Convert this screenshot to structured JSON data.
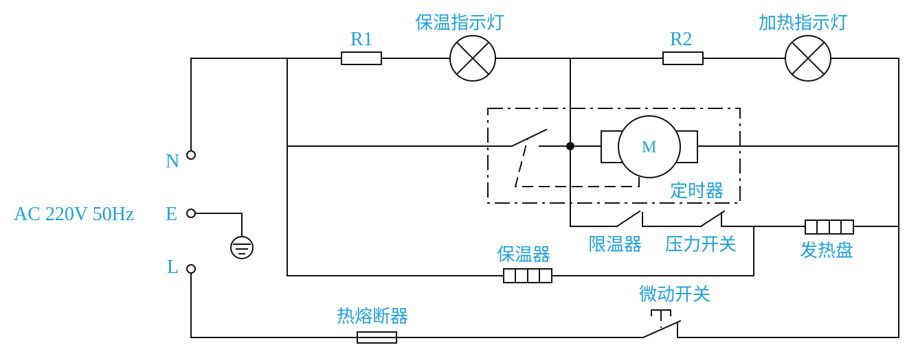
{
  "labels": {
    "source": "AC 220V 50Hz",
    "terminal_n": "N",
    "terminal_e": "E",
    "terminal_l": "L",
    "r1": "R1",
    "r2": "R2",
    "keep_warm_lamp": "保温指示灯",
    "heating_lamp": "加热指示灯",
    "motor": "M",
    "timer": "定时器",
    "temp_limiter": "限温器",
    "pressure_switch": "压力开关",
    "heating_plate": "发热盘",
    "keep_warm_heater": "保温器",
    "thermal_fuse": "热熔断器",
    "micro_switch": "微动开关"
  },
  "colors": {
    "label": "#1ea0dc",
    "wire": "#111111"
  }
}
